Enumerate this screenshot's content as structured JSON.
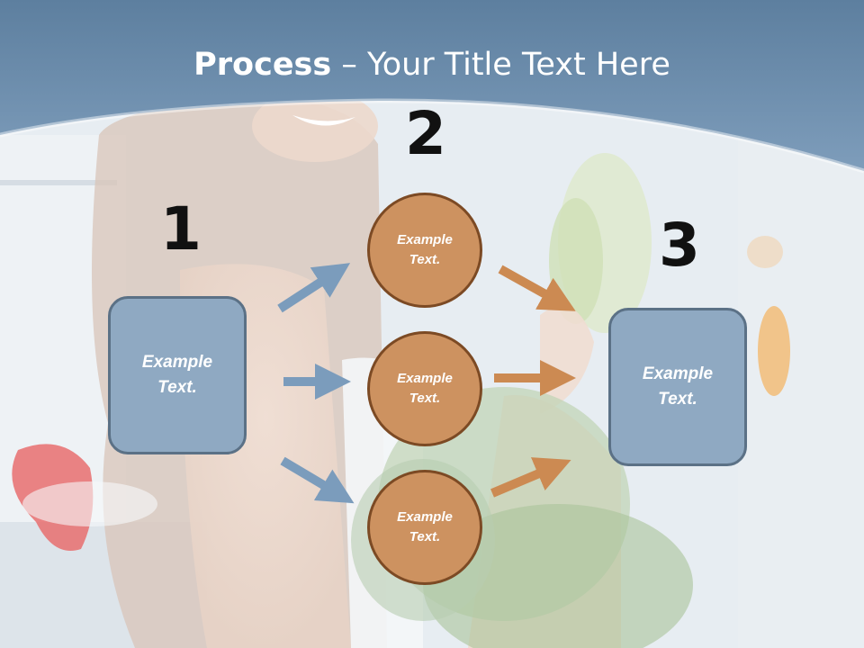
{
  "title": {
    "bold": "Process",
    "rest": " – Your Title Text Here"
  },
  "steps": {
    "one": "1",
    "two": "2",
    "three": "3"
  },
  "boxes": {
    "left": {
      "line1": "Example",
      "line2": "Text."
    },
    "right": {
      "line1": "Example",
      "line2": "Text."
    }
  },
  "circles": [
    {
      "line1": "Example",
      "line2": "Text."
    },
    {
      "line1": "Example",
      "line2": "Text."
    },
    {
      "line1": "Example",
      "line2": "Text."
    }
  ],
  "colors": {
    "header": "#6f91b1",
    "box": "#8fa9c2",
    "circle": "#cd9260",
    "arrow_blue": "#7b9cbc",
    "arrow_orange": "#cc8a52"
  }
}
